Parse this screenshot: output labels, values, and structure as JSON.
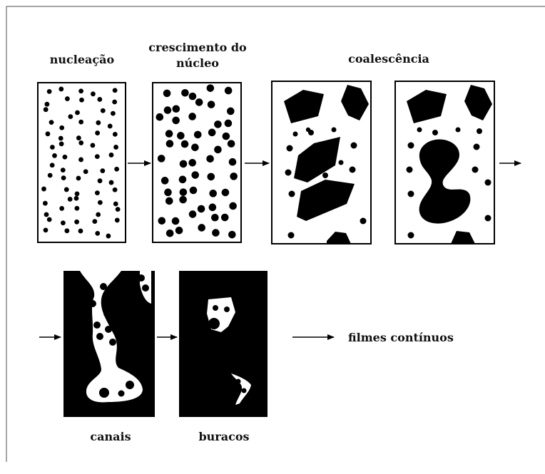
{
  "labels": {
    "nucleation": "nucleação",
    "nucleus_growth_line1": "crescimento do",
    "nucleus_growth_line2": "núcleo",
    "coalescence": "coalescência",
    "channels": "canais",
    "holes": "buracos",
    "continuous_films": "filmes contínuos"
  },
  "colors": {
    "ink": "#000000",
    "paper": "#ffffff",
    "frame": "#888888"
  }
}
